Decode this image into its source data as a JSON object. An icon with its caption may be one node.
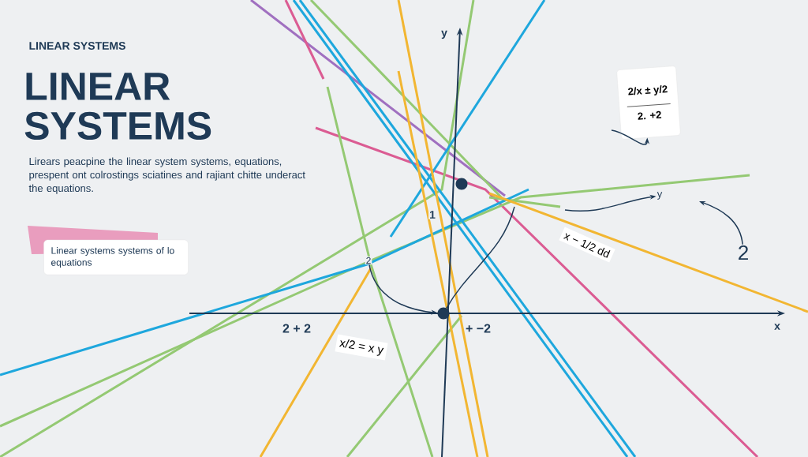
{
  "diagram": {
    "title": "LINEAR SYSTEMS",
    "nodes": [
      {
        "text": [
          "Linear systems systems of lo equations"
        ]
      },
      {
        "text": [
          "2/x ± y/2",
          "2. +2"
        ]
      },
      {
        "text": [],
        "shape": "circle"
      },
      {
        "text": [],
        "shape": "circle"
      },
      {
        "text": [
          "2"
        ]
      },
      {
        "text": [
          "2"
        ]
      },
      {
        "text": [
          "y"
        ]
      }
    ],
    "edges": [
      {
        "from": 4,
        "to": 3,
        "arrow": "to"
      },
      {
        "from": 3,
        "to": null,
        "arrow": "none"
      },
      {
        "from": null,
        "to": 1,
        "arrow": "to"
      },
      {
        "from": null,
        "to": 6,
        "arrow": "to"
      },
      {
        "from": 5,
        "to": null,
        "arrow": "to"
      }
    ],
    "labels": [
      "LINEAR SYSTEMS",
      "Lirears peacpine the linear system systems, equations, prespent ont colrostings sciatines and rajiant chitte underact the equations.",
      "y",
      "x",
      "1",
      "2 + 2",
      "+ −2",
      "x/2 = x y",
      "x − 1/2 dd"
    ]
  }
}
